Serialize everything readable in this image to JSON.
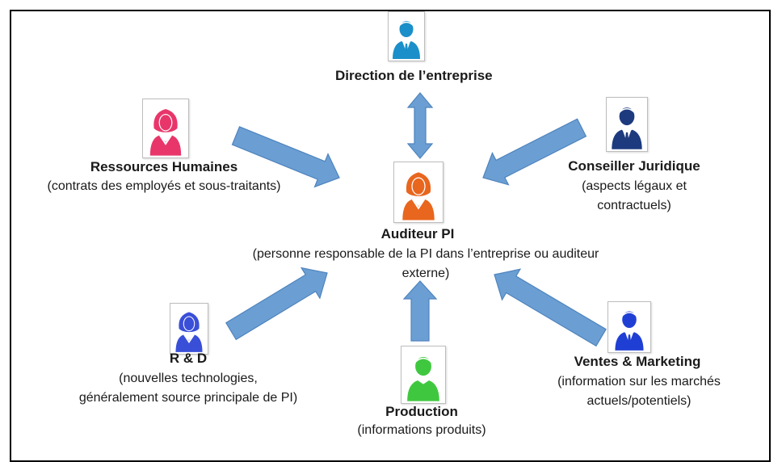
{
  "nodes": {
    "direction": {
      "title": "Direction de l’entreprise",
      "desc": "",
      "person": "man",
      "color": "#1b8fc9"
    },
    "rh": {
      "title": "Ressources Humaines",
      "desc": "(contrats des employés et sous-traitants)",
      "person": "woman",
      "color": "#e8366a"
    },
    "juridique": {
      "title": "Conseiller Juridique",
      "desc_lines": [
        "(aspects légaux et",
        "contractuels)"
      ],
      "person": "man",
      "color": "#1d3a7e"
    },
    "auditeur": {
      "title": "Auditeur PI",
      "desc_lines": [
        "(personne responsable de la PI dans l’entreprise ou auditeur",
        "externe)"
      ],
      "person": "woman",
      "color": "#e8661e"
    },
    "rd": {
      "title": "R & D",
      "desc_lines": [
        "(nouvelles technologies,",
        "généralement source principale de PI)"
      ],
      "person": "woman",
      "color": "#3a4fd8"
    },
    "production": {
      "title": "Production",
      "desc": "(informations produits)",
      "person": "man-plain",
      "color": "#3fc83f"
    },
    "ventes": {
      "title": "Ventes & Marketing",
      "desc_lines": [
        "(information sur les marchés",
        "actuels/potentiels)"
      ],
      "person": "man",
      "color": "#1f3fd4"
    }
  },
  "colors": {
    "arrow_fill": "#6b9fd4",
    "arrow_stroke": "#4f84bd",
    "frame": "#000000"
  }
}
